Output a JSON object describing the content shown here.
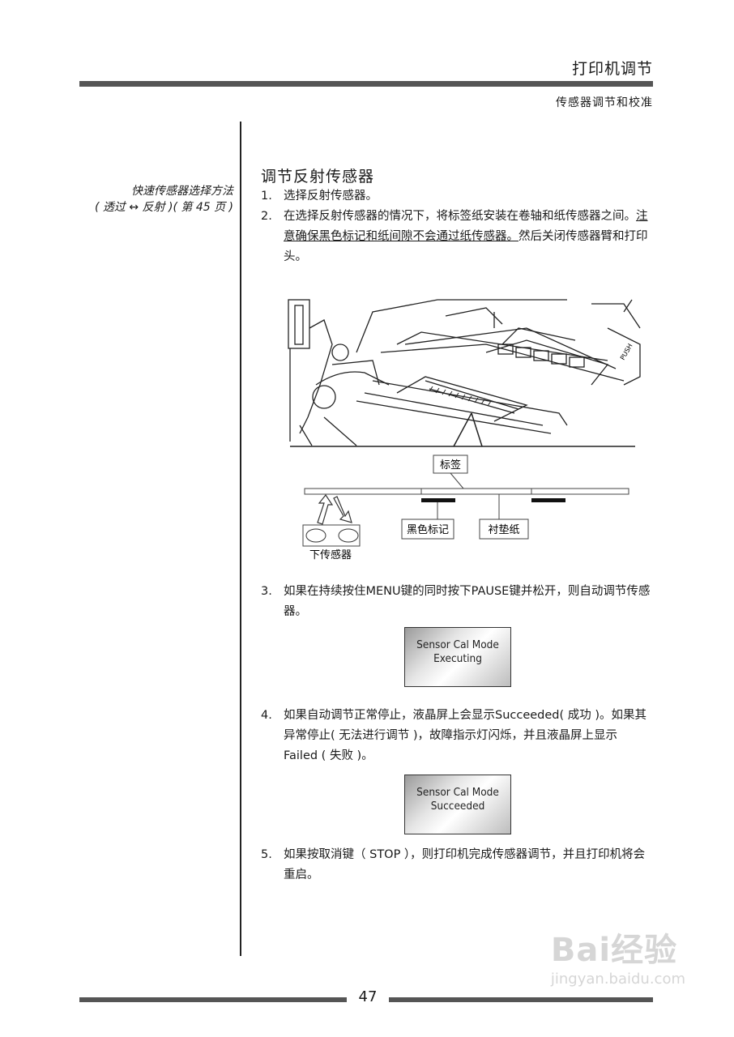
{
  "header": {
    "title": "打印机调节",
    "subtitle": "传感器调节和校准"
  },
  "sidebar": {
    "note_line1": "快速传感器选择方法",
    "note_line2": "( 透过 ↔ 反射 )( 第 45 页 )"
  },
  "section": {
    "title": "调节反射传感器"
  },
  "steps": [
    {
      "num": "1.",
      "text": "选择反射传感器。"
    },
    {
      "num": "2.",
      "text_a": "在选择反射传感器的情况下，将标签纸安装在卷轴和纸传感器之间。",
      "text_underline": "注意确保黑色标记和纸间隙不会通过纸传感器。",
      "text_b": "然后关闭传感器臂和打印头。"
    },
    {
      "num": "3.",
      "text": "如果在持续按住MENU键的同时按下PAUSE键并松开，则自动调节传感器。"
    },
    {
      "num": "4.",
      "text": "如果自动调节正常停止，液晶屏上会显示Succeeded( 成功 )。如果其异常停止( 无法进行调节 )，故障指示灯闪烁，并且液晶屏上显示 Failed ( 失败 )。"
    },
    {
      "num": "5.",
      "text": "如果按取消键（ STOP ），则打印机完成传感器调节，并且打印机将会重启。"
    }
  ],
  "diagram": {
    "label_label": "标签",
    "black_mark_label": "黑色标记",
    "liner_label": "衬垫纸",
    "lower_sensor_label": "下传感器",
    "push_label": "PUSH"
  },
  "lcd1": {
    "line1": "Sensor Cal Mode",
    "line2": "Executing"
  },
  "lcd2": {
    "line1": "Sensor Cal Mode",
    "line2": "Succeeded"
  },
  "footer": {
    "page_number": "47"
  },
  "watermark": {
    "brand": "Bai经验",
    "url": "jingyan.baidu.com"
  }
}
